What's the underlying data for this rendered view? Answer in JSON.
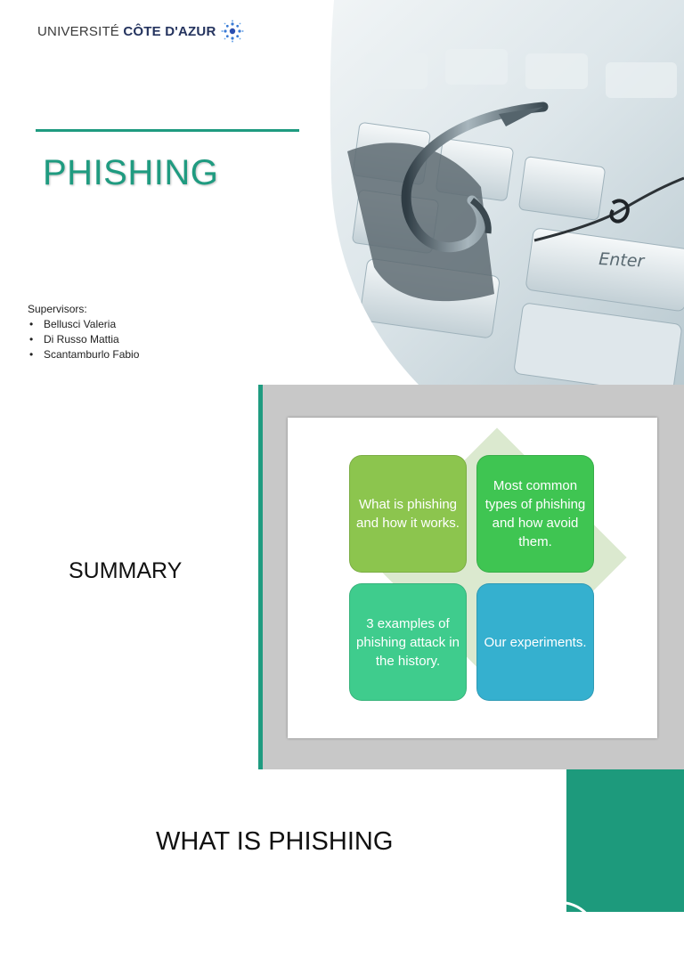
{
  "slide1": {
    "logo": {
      "regular": "UNIVERSITÉ ",
      "bold": "CÔTE D'AZUR"
    },
    "title": "PHISHING",
    "supervisors_label": "Supervisors:",
    "supervisors": [
      "Bellusci Valeria",
      "Di Russo Mattia",
      "Scantamburlo Fabio"
    ],
    "photo_keyboard_key": "Enter"
  },
  "slide2": {
    "title": "SUMMARY",
    "boxes": [
      {
        "text": "What is phishing and how it works.",
        "color": "#8cc54e"
      },
      {
        "text": "Most common types of phishing and how avoid them.",
        "color": "#3fc552"
      },
      {
        "text": "3 examples of phishing attack in the history.",
        "color": "#3fcc8d"
      },
      {
        "text": "Our experiments.",
        "color": "#35b0cf"
      }
    ]
  },
  "slide3": {
    "title": "WHAT IS PHISHING"
  },
  "colors": {
    "accent": "#1f9b80",
    "panel": "#c8c8c8"
  }
}
